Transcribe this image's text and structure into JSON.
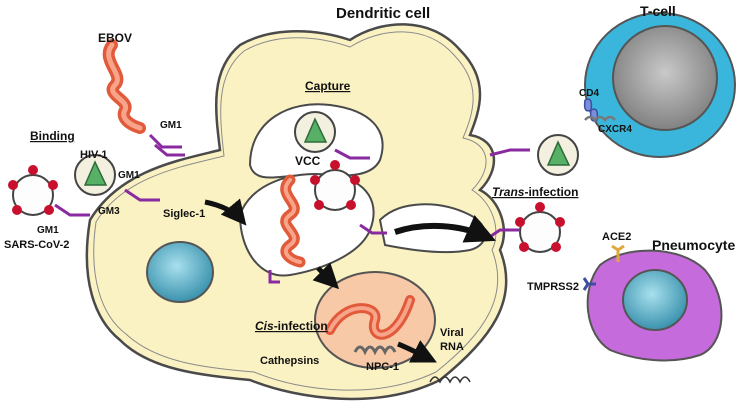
{
  "labels": {
    "dendritic_cell": "Dendritic cell",
    "t_cell": "T-cell",
    "ebov": "EBOV",
    "capture": "Capture",
    "binding": "Binding",
    "hiv1": "HIV-1",
    "gm1_top": "GM1",
    "gm1_hiv": "GM1",
    "gm3": "GM3",
    "gm1_sars": "GM1",
    "sars_cov2": "SARS-CoV-2",
    "vcc": "VCC",
    "siglec1": "Siglec-1",
    "trans_word": "Trans",
    "trans_suffix": "-infection",
    "cd4": "CD4",
    "cxcr4": "CXCR4",
    "ace2": "ACE2",
    "pneumocyte": "Pneumocyte",
    "tmprss2": "TMPRSS2",
    "cis_word": "Cis",
    "cis_suffix": "-infection",
    "viral_rna_line1": "Viral",
    "viral_rna_line2": "RNA",
    "cathepsins": "Cathepsins",
    "npc1": "NPC-1"
  },
  "colors": {
    "cell_fill": "#fbf2c4",
    "cell_stroke": "#4a4a4a",
    "nucleus": "#5eb6cf",
    "tcell_body": "#3ab6dc",
    "tcell_nucleus": "#8a8a8a",
    "pneumocyte": "#c56bdc",
    "ebov": "#f0734e",
    "hiv_core": "#58b067",
    "sars_spike": "#c8102e",
    "siglec": "#8a2aa0",
    "endosome": "#f7c9a6"
  }
}
